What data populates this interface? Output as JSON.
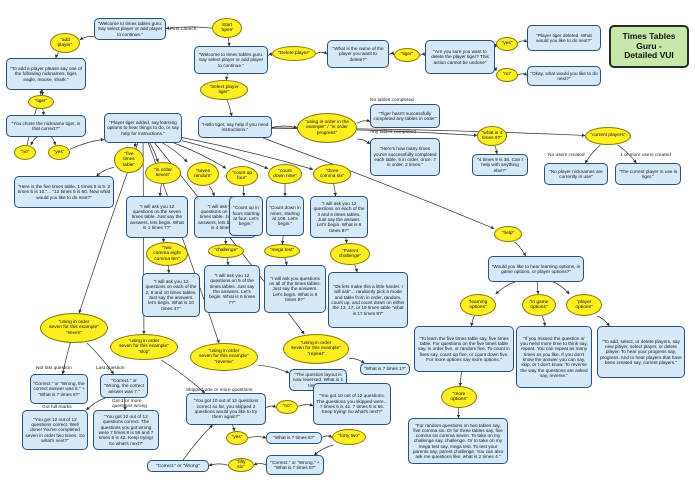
{
  "title": "Times Tables Guru -\nDetailed VUI",
  "nodes": [
    {
      "id": "start",
      "shape": "ell",
      "text": "Start\n'open'"
    },
    {
      "id": "welcome1",
      "shape": "box",
      "text": "\"Welcome to times tables guru. Say select player or add player to continue.\""
    },
    {
      "id": "welcome2",
      "shape": "box",
      "text": "\"Welcome to times tables guru. Say select player or add player to continue.\""
    },
    {
      "id": "addPlayer",
      "shape": "ell",
      "text": "\"add\nplayer\""
    },
    {
      "id": "addPrompt",
      "shape": "box",
      "text": "\"To add a player please say one of the following nicknames, tiger, eagle, mouse, shark.\""
    },
    {
      "id": "tiger1",
      "shape": "ell",
      "text": "\"tiger\""
    },
    {
      "id": "chose",
      "shape": "box",
      "text": "\"You chose the nickname tiger, is that correct?\""
    },
    {
      "id": "no1",
      "shape": "ell",
      "text": "\"no\""
    },
    {
      "id": "yes1",
      "shape": "ell",
      "text": "\"yes\""
    },
    {
      "id": "added",
      "shape": "box",
      "text": "\"Player tiger added, say learning options to hear things to do, or say help for instructions.\""
    },
    {
      "id": "deletePlayer",
      "shape": "ell",
      "text": "\"Delete player\""
    },
    {
      "id": "deleteAsk",
      "shape": "box",
      "text": "\"What is the name of the player you want to delete?\""
    },
    {
      "id": "tiger2",
      "shape": "ell",
      "text": "\"tiger\""
    },
    {
      "id": "sure",
      "shape": "box",
      "text": "\"Are you sure you want to delete the player tiger? This action cannot be undone\""
    },
    {
      "id": "yes2",
      "shape": "ell",
      "text": "\"yes\""
    },
    {
      "id": "no2",
      "shape": "ell",
      "text": "\"no\""
    },
    {
      "id": "deleted",
      "shape": "box",
      "text": "\"Player tiger deleted. What would you like to do next?\""
    },
    {
      "id": "okay",
      "shape": "box",
      "text": "\"Okay, what would you like to do next?\""
    },
    {
      "id": "selectTiger",
      "shape": "ell",
      "text": "\"Select player tiger\""
    },
    {
      "id": "hello",
      "shape": "box",
      "text": "\"Hello tiger, say help if you need instructions.\""
    },
    {
      "id": "usingOrder",
      "shape": "ell",
      "text": "\"using in order in the example\" / \"in order progress\""
    },
    {
      "id": "notCompleted",
      "shape": "box",
      "text": "\"Tiger hasn't successfully completed any tables in order\""
    },
    {
      "id": "howMany",
      "shape": "box",
      "text": "\"Here's how many times you've successfully completed each table. 5 in order, once. 7 in order, 2 times.\""
    },
    {
      "id": "what4x9",
      "shape": "ell",
      "text": "\"what is 4\ntimes 9?\""
    },
    {
      "id": "answer4x9",
      "shape": "box",
      "text": "\"4 times 9 is 36. Can I help with anything else?\""
    },
    {
      "id": "currentPlayers",
      "shape": "ell",
      "text": "\"current players\""
    },
    {
      "id": "noPlayers",
      "shape": "box",
      "text": "\"No player nicknames are currently in use\""
    },
    {
      "id": "inUse",
      "shape": "box",
      "text": "\"The current player in use is tiger.\""
    },
    {
      "id": "fiveTimes",
      "shape": "ell",
      "text": "\"five\ntimes\ntable\""
    },
    {
      "id": "fiveTable",
      "shape": "box",
      "text": "\"Here is the five times table. 1 times 5 is 5. 2 times 5 is 10.\"... \"12 times 5 is 60. Now what would you like to do next?\""
    },
    {
      "id": "inOrderSeven",
      "shape": "ell",
      "text": "\"in order\nseven\""
    },
    {
      "id": "orderBox",
      "shape": "box",
      "text": "\"I will ask you 12 questions on the seven times table. Just say the answers, lets begin. What is 1 times 7?\""
    },
    {
      "id": "sevenRandom",
      "shape": "ell",
      "text": "\"seven\nrandom\""
    },
    {
      "id": "randomBox",
      "shape": "box",
      "text": "\"I will ask you 12 questions on the seven times table. Just say the answers, lets begin. What is 4 times 7?\""
    },
    {
      "id": "countUp",
      "shape": "ell",
      "text": "\"count up\nfour\""
    },
    {
      "id": "countUpBox",
      "shape": "box",
      "text": "\"Count up in fours starting at four. Let's begin.\""
    },
    {
      "id": "countDown",
      "shape": "ell",
      "text": "\"count\ndown nine\""
    },
    {
      "id": "countDownBox",
      "shape": "box",
      "text": "\"Count down in nines, starting at 108. Let's begin.\""
    },
    {
      "id": "threeCommaSix",
      "shape": "ell",
      "text": "\"three\ncomma six\""
    },
    {
      "id": "threeSixBox",
      "shape": "box",
      "text": "\"I will ask you 12 questions on each of the 3 and 6 times tables. Just say the answer. Let's begin. What is 6 times 8?\""
    },
    {
      "id": "twoCommaEight",
      "shape": "ell",
      "text": "\"two\ncomma eight\ncomma ten\""
    },
    {
      "id": "twoEightBox",
      "shape": "box",
      "text": "\"I will ask you 12 questions on each of the 2, 8 and 10 times tables. Just say the answers, let's begin. What is 10 times 4?\""
    },
    {
      "id": "challenge",
      "shape": "ell",
      "text": "\"challenge\""
    },
    {
      "id": "challengeBox",
      "shape": "box",
      "text": "\"I will ask you 12 questions on 5 of the times tables. Just say the answers. Let's begin. What is 6 times 7?\""
    },
    {
      "id": "megaTest",
      "shape": "ell",
      "text": "\"mega test\""
    },
    {
      "id": "megaBox",
      "shape": "box",
      "text": "\"I will ask you questions on all of the times tables. Just say the answers. Let's begin. What is 9 times 8?\""
    },
    {
      "id": "parentChallenge",
      "shape": "ell",
      "text": "\"Parent\nchallenge\""
    },
    {
      "id": "parentBox",
      "shape": "box",
      "text": "\"Ok lets make this a little harder. I will ask\"... randomly pick a mode and table from in order, random, count up, and count down on either the 13, 17, or 19 times table \"what is 17 times 9?\""
    },
    {
      "id": "help",
      "shape": "ell",
      "text": "\"help\""
    },
    {
      "id": "helpBox",
      "shape": "box",
      "text": "\"Would you like to hear learning options, in game options, or player options?\""
    },
    {
      "id": "learningOptions",
      "shape": "ell",
      "text": "\"learning\noptions\""
    },
    {
      "id": "inGameOptions",
      "shape": "ell",
      "text": "\"in game\noptions\""
    },
    {
      "id": "playerOptions",
      "shape": "ell",
      "text": "\"player\noptions\""
    },
    {
      "id": "learnBox",
      "shape": "box",
      "text": "\"To learn the five times table say, five times table. For questions on the five times table say, in order five, or random five. To count in fives say, count up five, or count down five. For more options say more options.\""
    },
    {
      "id": "inGameBox",
      "shape": "box",
      "text": "\"If you missed the question or you need more time to think say, repeat. You can repeat as many times as you like. If you don't know the answer you can say, skip, or I don't know. To reverse the way the questions are asked say, reverse.\""
    },
    {
      "id": "playerBox",
      "shape": "box",
      "text": "\"To add, select, or delete players, say new player, select player, or delete player. To hear your progress say, progress. And to hear players that have been created say, current players.\""
    },
    {
      "id": "moreOptions",
      "shape": "ell",
      "text": "\"more\noptions\""
    },
    {
      "id": "moreBox",
      "shape": "box",
      "text": "\"For random questions on two tables say, five comma six. Or for three tables say, five comma six comma seven. To take on my challenge say, challenge. Or to take on my mega test say, mega test. To test your parents say, parent challenge. You can also ask me questions like, what is 2 times 4.\""
    },
    {
      "id": "usingSeven",
      "shape": "ell",
      "text": "\"using in order\nseven for this example\"\n\"seven\""
    },
    {
      "id": "usingSkip",
      "shape": "ell",
      "text": "\"using in order\nseven for this example\"\n\"skip\""
    },
    {
      "id": "usingReverse",
      "shape": "ell",
      "text": "\"using in order\nseven for this example\"\n\"reverse\""
    },
    {
      "id": "usingRepeat",
      "shape": "ell",
      "text": "\"using in order\nseven for this example\"\n\"repeat\""
    },
    {
      "id": "correctLast",
      "shape": "box",
      "text": "\"Correct.\" or \"Wrong, the correct answer was 8.\" + \"What is 7 times 8?\""
    },
    {
      "id": "correctSeven",
      "shape": "box",
      "text": "\"Correct.\" or \"Wrong, the correct answer was 7.\""
    },
    {
      "id": "reversedBox",
      "shape": "box",
      "text": "\"The question layout is now reversed. What is 1 times 7?\""
    },
    {
      "id": "repeatBox",
      "shape": "box",
      "text": "\"What is 7 times 1?\""
    },
    {
      "id": "fullMarks",
      "shape": "box",
      "text": "\"You got 12 out of 12 questions correct. Well done! You've completed seven in order two times. So what's next?\""
    },
    {
      "id": "gotTenA",
      "shape": "box",
      "text": "\"You got 10 out of 12 questions correct. The questions you got wrong were 7 times 8 is 56 and 7 times 6 is 42. Keep trying! So what's next?\""
    },
    {
      "id": "gotTenB",
      "shape": "box",
      "text": "\"You got 10 out of 12 questions correct so far, you skipped 2 questions would you like to try them again?\""
    },
    {
      "id": "no3",
      "shape": "ell",
      "text": "\"no\""
    },
    {
      "id": "gotTenC",
      "shape": "box",
      "text": "\"You got 10 out of 12 questions. The questions you skipped were... 7 times 6 is 42. 7 times 8 is 56. Keep trying! So what's next?\""
    },
    {
      "id": "yes3",
      "shape": "ell",
      "text": "\"yes\""
    },
    {
      "id": "what7x6",
      "shape": "box",
      "text": "\"What is 7 times 6?\""
    },
    {
      "id": "fortyTwo",
      "shape": "ell",
      "text": "\"forty two\""
    },
    {
      "id": "correctWrong56",
      "shape": "box",
      "text": "\"Correct.\" or \"Wrong.\" + \"What is 7 times 8?\""
    },
    {
      "id": "fiftySix",
      "shape": "ell",
      "text": "\"fifty six\""
    },
    {
      "id": "correctOrWrong",
      "shape": "box",
      "text": "\"Correct.\" or \"Wrong\""
    }
  ],
  "edge_labels": [
    {
      "id": "firstLaunch",
      "text": "First Launch"
    },
    {
      "id": "noTables",
      "text": "No tables completed"
    },
    {
      "id": "anyTables",
      "text": "Any tables completed"
    },
    {
      "id": "noUsers",
      "text": "No users created"
    },
    {
      "id": "oneOrMore",
      "text": "1 or more users created"
    },
    {
      "id": "notLast",
      "text": "Not last question"
    },
    {
      "id": "lastQ",
      "text": "Last question"
    },
    {
      "id": "gotOne",
      "text": "Got 1 or more\nquestions wrong"
    },
    {
      "id": "fullMarksLbl",
      "text": "Got full marks"
    },
    {
      "id": "skippedOne",
      "text": "Skipped one or more questions"
    }
  ]
}
